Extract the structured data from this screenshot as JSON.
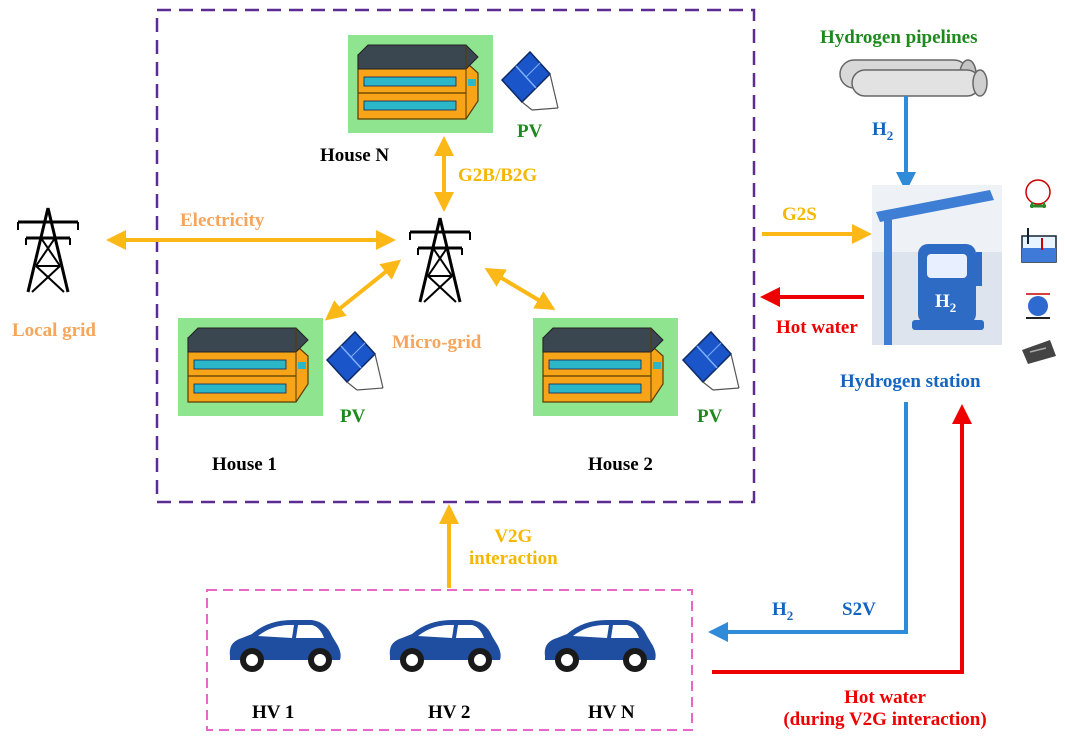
{
  "colors": {
    "electricity": "#fbb817",
    "hydrogen": "#2f8ad8",
    "hot_water": "#ee0000",
    "microgrid_border": "#5b2c91",
    "vehicle_border": "#e868c8",
    "car": "#1f4ea0",
    "house_bg": "#8fe58f",
    "house_body": "#f7a418",
    "pv_panel": "#1a56c9"
  },
  "labels": {
    "hydrogen_pipelines": "Hydrogen pipelines",
    "h2_pipe": "H",
    "h2_sub": "2",
    "house_n": "House N",
    "house_1": "House 1",
    "house_2": "House 2",
    "pv": "PV",
    "g2b_b2g": "G2B/B2G",
    "electricity": "Electricity",
    "local_grid": "Local grid",
    "micro_grid": "Micro-grid",
    "g2s": "G2S",
    "hot_water": "Hot water",
    "hydrogen_station": "Hydrogen station",
    "station_h2": "H",
    "v2g_line1": "V2G",
    "v2g_line2": "interaction",
    "s2v": "S2V",
    "h2_s2v": "H",
    "hot_water_v2g_line1": "Hot water",
    "hot_water_v2g_line2": "(during V2G interaction)",
    "hv_1": "HV 1",
    "hv_2": "HV 2",
    "hv_n": "HV N"
  },
  "icons": [
    "power-tower-icon",
    "house-icon",
    "solar-panel-icon",
    "hydrogen-pump-icon",
    "pipeline-icon",
    "car-icon",
    "gas-tank-icon",
    "water-tank-icon",
    "electrolyzer-icon",
    "compressor-icon"
  ]
}
